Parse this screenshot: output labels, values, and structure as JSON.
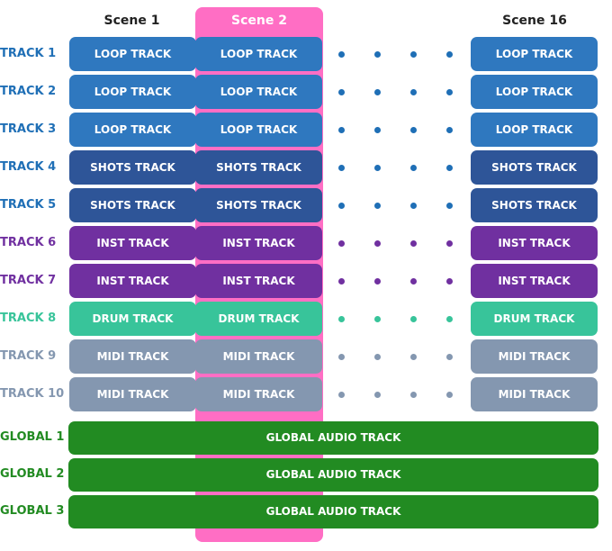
{
  "scenes": [
    "Scene 1",
    "Scene 2",
    "Scene 16"
  ],
  "highlight_color": "#ff6ec4",
  "tracks": [
    {
      "label": "TRACK 1",
      "clip": "LOOP TRACK",
      "color": "#2f78bf",
      "label_color": "#1f6fb6"
    },
    {
      "label": "TRACK 2",
      "clip": "LOOP TRACK",
      "color": "#2f78bf",
      "label_color": "#1f6fb6"
    },
    {
      "label": "TRACK 3",
      "clip": "LOOP TRACK",
      "color": "#2f78bf",
      "label_color": "#1f6fb6"
    },
    {
      "label": "TRACK 4",
      "clip": "SHOTS TRACK",
      "color": "#2e5598",
      "label_color": "#1f6fb6"
    },
    {
      "label": "TRACK 5",
      "clip": "SHOTS TRACK",
      "color": "#2e5598",
      "label_color": "#1f6fb6"
    },
    {
      "label": "TRACK 6",
      "clip": "INST TRACK",
      "color": "#7030a0",
      "label_color": "#7030a0"
    },
    {
      "label": "TRACK 7",
      "clip": "INST TRACK",
      "color": "#7030a0",
      "label_color": "#7030a0"
    },
    {
      "label": "TRACK 8",
      "clip": "DRUM TRACK",
      "color": "#38c49a",
      "label_color": "#38c49a"
    },
    {
      "label": "TRACK 9",
      "clip": "MIDI TRACK",
      "color": "#8497b0",
      "label_color": "#8497b0"
    },
    {
      "label": "TRACK 10",
      "clip": "MIDI TRACK",
      "color": "#8497b0",
      "label_color": "#8497b0"
    }
  ],
  "globals": [
    {
      "label": "GLOBAL 1",
      "clip": "GLOBAL AUDIO TRACK",
      "color": "#228b22",
      "label_color": "#228b22"
    },
    {
      "label": "GLOBAL 2",
      "clip": "GLOBAL AUDIO TRACK",
      "color": "#228b22",
      "label_color": "#228b22"
    },
    {
      "label": "GLOBAL 3",
      "clip": "GLOBAL AUDIO TRACK",
      "color": "#228b22",
      "label_color": "#228b22"
    }
  ]
}
